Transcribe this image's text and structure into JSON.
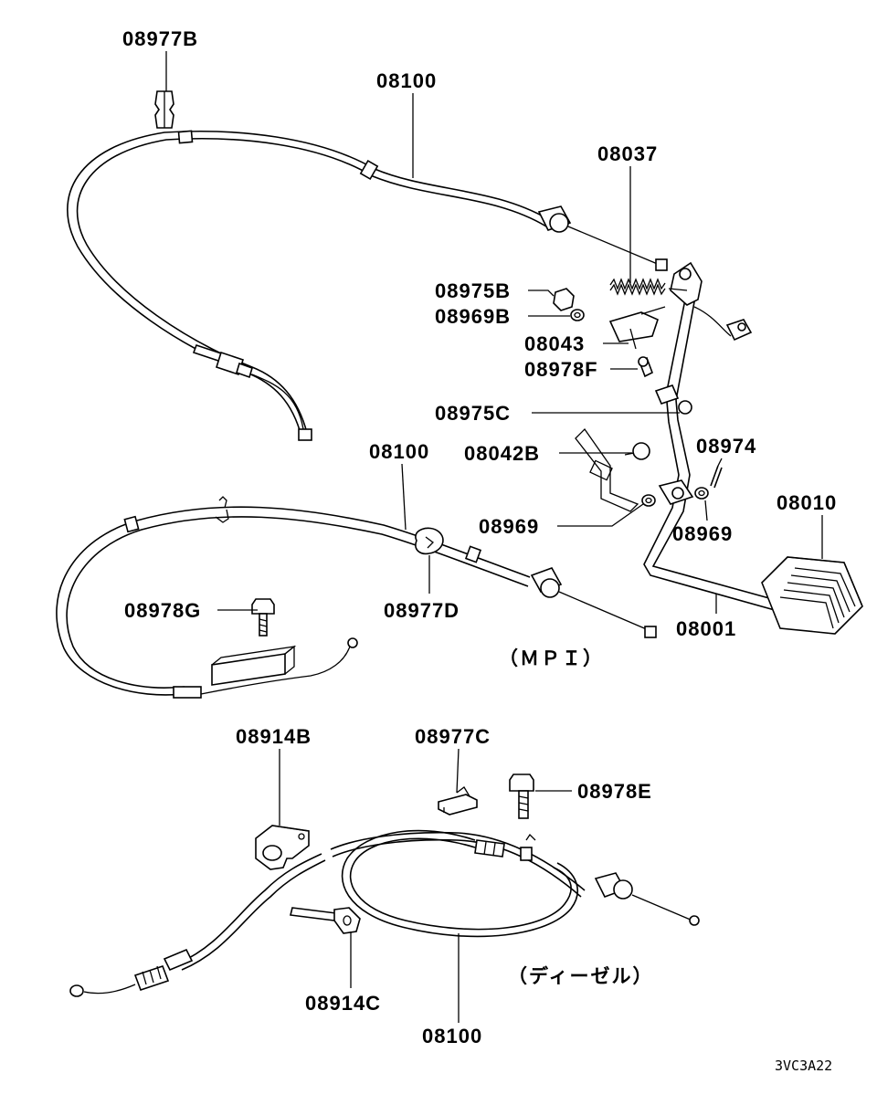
{
  "diagram": {
    "colors": {
      "line": "#000000",
      "background": "#ffffff"
    },
    "labels": {
      "l_08977B": "08977B",
      "l_08100_top": "08100",
      "l_08037": "08037",
      "l_08975B": "08975B",
      "l_08969B": "08969B",
      "l_08043": "08043",
      "l_08978F": "08978F",
      "l_08975C": "08975C",
      "l_08042B": "08042B",
      "l_08974": "08974",
      "l_08100_mid": "08100",
      "l_08010": "08010",
      "l_08969_left": "08969",
      "l_08969_right": "08969",
      "l_08978G": "08978G",
      "l_08977D": "08977D",
      "l_08001": "08001",
      "l_08914B": "08914B",
      "l_08977C": "08977C",
      "l_08978E": "08978E",
      "l_08914C": "08914C",
      "l_08100_bot": "08100"
    },
    "notes": {
      "mpi": "（ＭＰＩ）",
      "diesel": "（ディーゼル）"
    },
    "figure_code": "3VC3A22"
  }
}
